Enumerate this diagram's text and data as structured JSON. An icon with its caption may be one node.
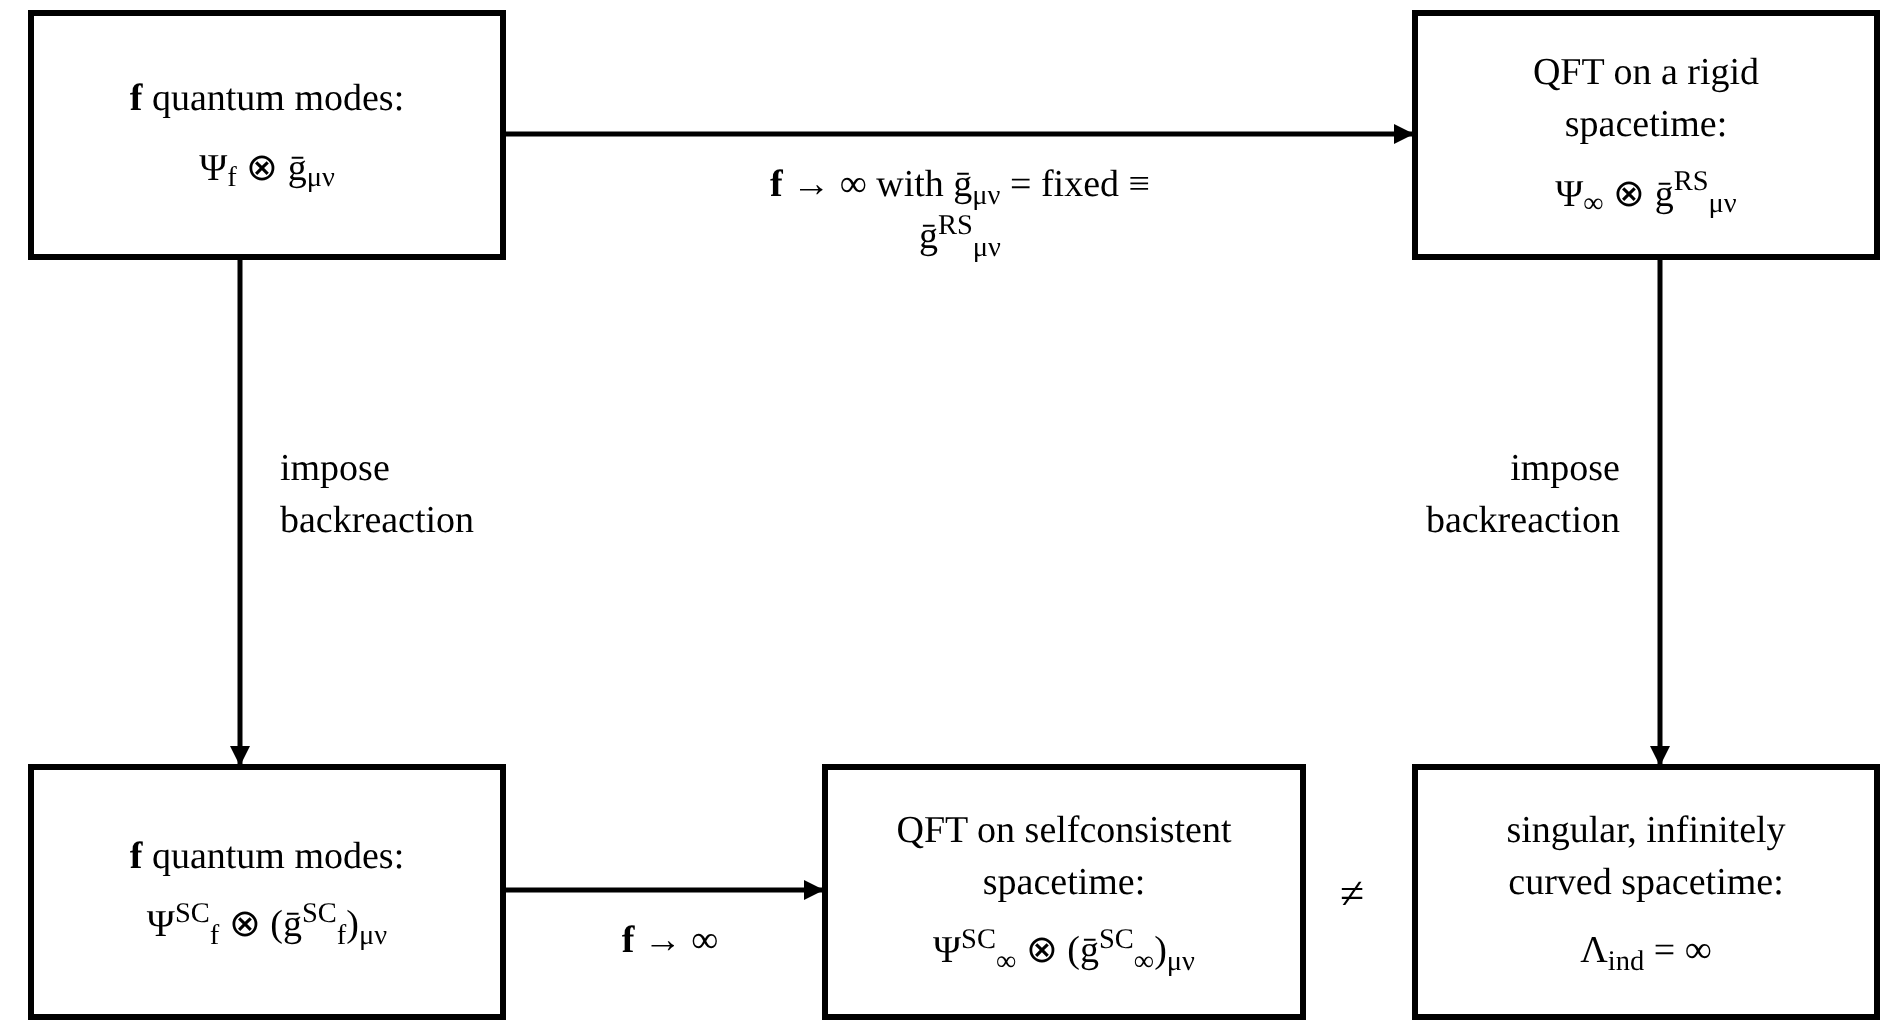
{
  "diagram": {
    "nodes": [
      {
        "text": [
          "**f** quantum modes:",
          "Ψ$_{f}$ ⊗ ḡ$_{μν}$"
        ]
      },
      {
        "text": [
          "QFT on a rigid spacetime:",
          "Ψ$_{∞}$ ⊗ ḡ$^{RS}$$_{μν}$"
        ]
      },
      {
        "text": [
          "**f** quantum modes:",
          "Ψ$^{SC}$$_{f}$ ⊗ (ḡ$^{SC}$$_{f}$)$_{μν}$"
        ]
      },
      {
        "text": [
          "QFT on selfconsistent spacetime:",
          "Ψ$^{SC}$$_{∞}$ ⊗ (ḡ$^{SC}$$_{∞}$)$_{μν}$"
        ]
      },
      {
        "text": [
          "singular, infinitely curved spacetime:",
          "Λ$_{ind}$ = ∞"
        ]
      }
    ],
    "edges": [
      {
        "from": 0,
        "to": 1,
        "arrow": "to",
        "label": "**f** → ∞ with ḡ$_{μν}$ = fixed ≡ ḡ$^{RS}$$_{μν}$"
      },
      {
        "from": 0,
        "to": 2,
        "arrow": "to",
        "label": "impose backreaction"
      },
      {
        "from": 1,
        "to": 4,
        "arrow": "to",
        "label": "impose backreaction"
      },
      {
        "from": 2,
        "to": 3,
        "arrow": "to",
        "label": "**f** → ∞"
      }
    ],
    "labels": [
      "≠"
    ]
  }
}
